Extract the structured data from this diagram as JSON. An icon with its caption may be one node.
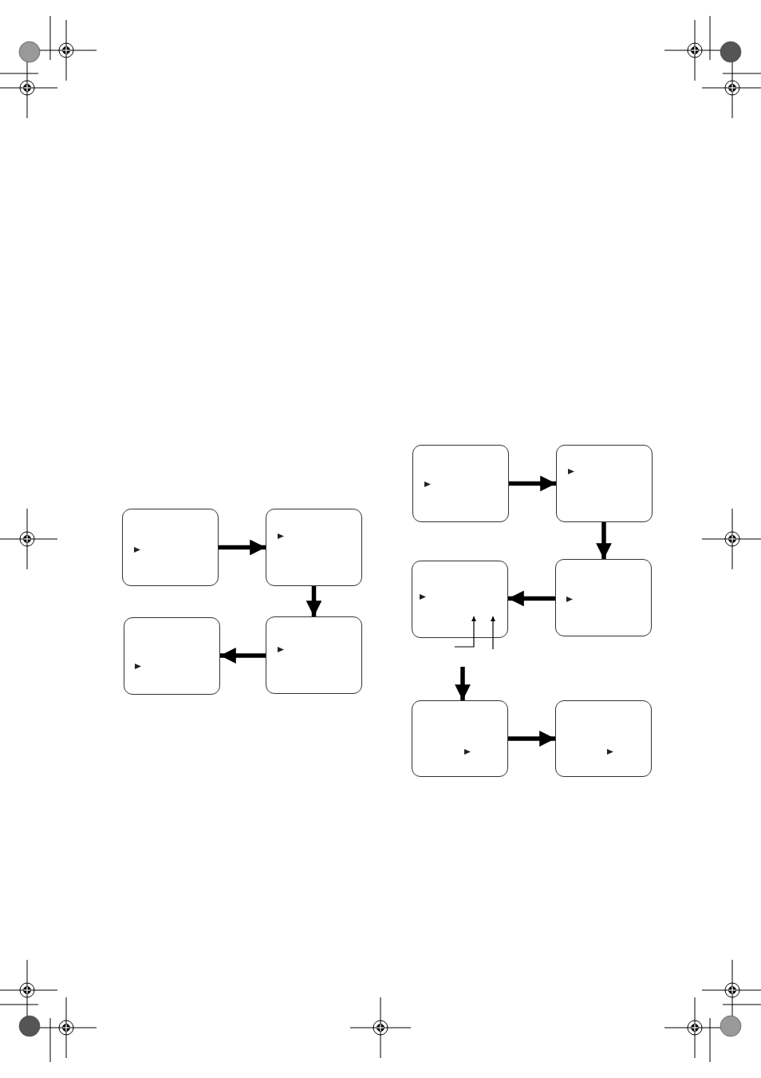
{
  "diagram": {
    "nodes": [
      {
        "text": [],
        "shape": "box"
      },
      {
        "text": [],
        "shape": "box"
      },
      {
        "text": [],
        "shape": "box"
      },
      {
        "text": [],
        "shape": "box"
      },
      {
        "text": [],
        "shape": "box"
      },
      {
        "text": [],
        "shape": "box"
      },
      {
        "text": [],
        "shape": "box"
      },
      {
        "text": [],
        "shape": "box"
      },
      {
        "text": [],
        "shape": "box"
      },
      {
        "text": [],
        "shape": "box"
      }
    ],
    "edges": [
      {
        "from": 0,
        "to": 1,
        "arrow": "to"
      },
      {
        "from": 1,
        "to": 3,
        "arrow": "to"
      },
      {
        "from": 3,
        "to": 2,
        "arrow": "to"
      },
      {
        "from": 4,
        "to": 5,
        "arrow": "to"
      },
      {
        "from": 5,
        "to": 7,
        "arrow": "to"
      },
      {
        "from": 7,
        "to": 6,
        "arrow": "to"
      },
      {
        "from": 6,
        "to": 8,
        "arrow": "to"
      },
      {
        "from": 8,
        "to": 9,
        "arrow": "to"
      },
      {
        "from": null,
        "to": 6,
        "arrow": "to"
      },
      {
        "from": null,
        "to": 6,
        "arrow": "to"
      }
    ]
  }
}
